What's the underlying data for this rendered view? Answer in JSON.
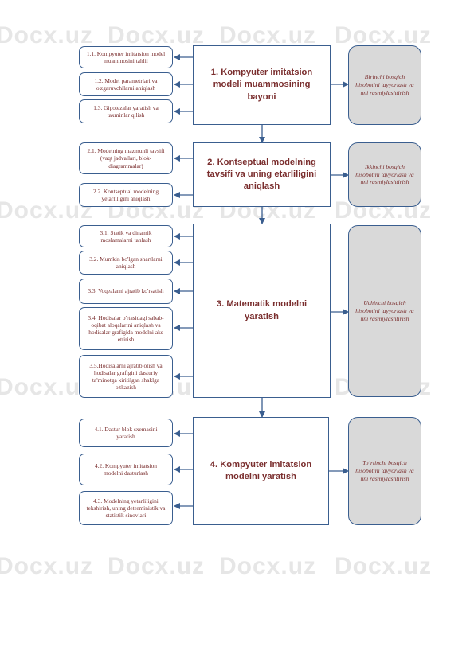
{
  "watermark": {
    "text": "Docx.uz"
  },
  "stages": [
    {
      "title": "1. Kompyuter imitatsion modeli muammosining bayoni",
      "report": "Birinchi bosqich hisobotini tayyorlash va uni rasmiylashtirish",
      "steps": [
        "1.1. Kompyuter imitatsion model muammosini tahlil",
        "1.2. Model parametrlari va o'zgaruvchilarni aniqlash",
        "1.3. Gipotezalar yaratish va taxminlar qilish"
      ]
    },
    {
      "title": "2. Kontseptual modelning tavsifi va uning etarliligini aniqlash",
      "report": "Ikkinchi bosqich hisobotini tayyorlash va uni rasmiylashtirish",
      "steps": [
        "2.1. Modelning mazmunli tavsifi (vaqt jadvallari, blok-diagrammalar)",
        "2.2. Kontseptual modelning yetarliligini aniqlash"
      ]
    },
    {
      "title": "3. Matematik modelni yaratish",
      "report": "Uchinchi bosqich hisobotini tayyorlash va uni rasmiylashtirish",
      "steps": [
        "3.1. Statik va dinamik moslamalarni tanlash",
        "3.2. Mumkin bo'lgan shartlarni aniqlash",
        "3.3. Voqealarni ajratib ko'rsatish",
        "3.4. Hodisalar o'rtasidagi sabab-oqibat aloqalarini aniqlash va hodisalar grafigida modelni aks ettirish",
        "3.5.Hodisalarni ajratib olish va hodisalar grafigini dasturiy ta'minotga kiritilgan shaklga o'tkazish"
      ]
    },
    {
      "title": "4. Kompyuter imitatsion modelni yaratish",
      "report": "To`rtinchi bosqich hisobotini tayyorlash va uni rasmiylashtirish",
      "steps": [
        "4.1. Dastur blok sxemasini yaratish",
        "4.2. Kompyuter imitatsion modelni dasturlash",
        "4.3. Modelning yetarliligini tekshirish, uning deterministik va statistik sinovlari"
      ]
    }
  ],
  "colors": {
    "border": "#3a5e8f",
    "text": "#7a2e2e",
    "report_fill": "#d9d9d9",
    "watermark": "#e6e6e6"
  }
}
